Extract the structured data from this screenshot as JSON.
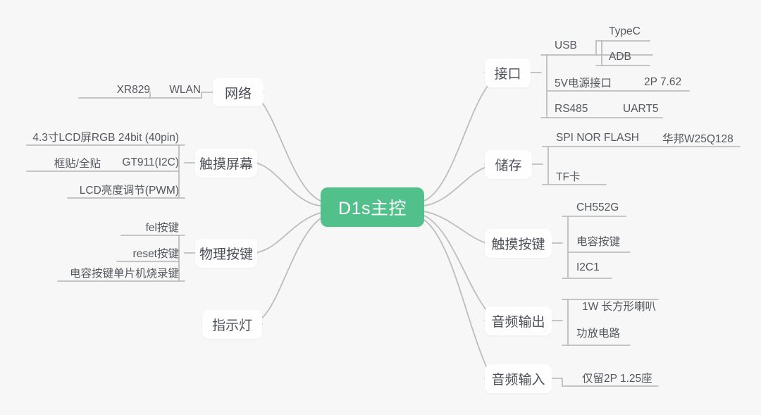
{
  "meta": {
    "background_color": "#f7f7f7",
    "root_color": "#51c08b",
    "node_bg_color": "#fefefe",
    "text_color": "#4a4f56",
    "line_color": "#bdbdbd"
  },
  "root": {
    "label": "D1s主控"
  },
  "left_branches": [
    {
      "label": "网络",
      "children": [
        {
          "label": "WLAN",
          "children": [
            {
              "label": "XR829"
            }
          ]
        }
      ]
    },
    {
      "label": "触摸屏幕",
      "children": [
        {
          "label": "4.3寸LCD屏RGB 24bit (40pin)"
        },
        {
          "label": "GT911(I2C)",
          "children": [
            {
              "label": "框贴/全贴"
            }
          ]
        },
        {
          "label": "LCD亮度调节(PWM)"
        }
      ]
    },
    {
      "label": "物理按键",
      "children": [
        {
          "label": "fel按键"
        },
        {
          "label": "reset按键"
        },
        {
          "label": "电容按键单片机烧录键"
        }
      ]
    },
    {
      "label": "指示灯",
      "children": []
    }
  ],
  "right_branches": [
    {
      "label": "接口",
      "children": [
        {
          "label": "USB",
          "children": [
            {
              "label": "TypeC"
            },
            {
              "label": "ADB"
            }
          ]
        },
        {
          "label": "5V电源接口",
          "children": [
            {
              "label": "2P 7.62"
            }
          ]
        },
        {
          "label": "RS485",
          "children": [
            {
              "label": "UART5"
            }
          ]
        }
      ]
    },
    {
      "label": "储存",
      "children": [
        {
          "label": "SPI NOR FLASH",
          "children": [
            {
              "label": "华邦W25Q128"
            }
          ]
        },
        {
          "label": "TF卡"
        }
      ]
    },
    {
      "label": "触摸按键",
      "children": [
        {
          "label": "CH552G"
        },
        {
          "label": "电容按键"
        },
        {
          "label": "I2C1"
        }
      ]
    },
    {
      "label": "音频输出",
      "children": [
        {
          "label": "1W 长方形喇叭"
        },
        {
          "label": "功放电路"
        }
      ]
    },
    {
      "label": "音频输入",
      "children": [
        {
          "label": "仅留2P 1.25座"
        }
      ]
    }
  ],
  "nodes": {
    "root": "D1s主控",
    "wangluo": "网络",
    "wlan": "WLAN",
    "xr829": "XR829",
    "chumopingmu": "触摸屏幕",
    "lcd43": "4.3寸LCD屏RGB 24bit (40pin)",
    "gt911": "GT911(I2C)",
    "kuangtie": "框贴/全贴",
    "lcdpwm": "LCD亮度调节(PWM)",
    "wulianjian": "物理按键",
    "fel": "fel按键",
    "reset": "reset按键",
    "shaolu": "电容按键单片机烧录键",
    "zhishideng": "指示灯",
    "jiekou": "接口",
    "usb": "USB",
    "typec": "TypeC",
    "adb": "ADB",
    "power5v": "5V电源接口",
    "p2762": "2P 7.62",
    "rs485": "RS485",
    "uart5": "UART5",
    "chucun": "储存",
    "spinor": "SPI NOR FLASH",
    "huabang": "华邦W25Q128",
    "tfka": "TF卡",
    "chumoanjian": "触摸按键",
    "ch552g": "CH552G",
    "diancong": "电容按键",
    "i2c1": "I2C1",
    "yinpinshuchu": "音频输出",
    "laba": "1W 长方形喇叭",
    "gongfang": "功放电路",
    "yinpinshuru": "音频输入",
    "zuo125": "仅留2P 1.25座"
  }
}
